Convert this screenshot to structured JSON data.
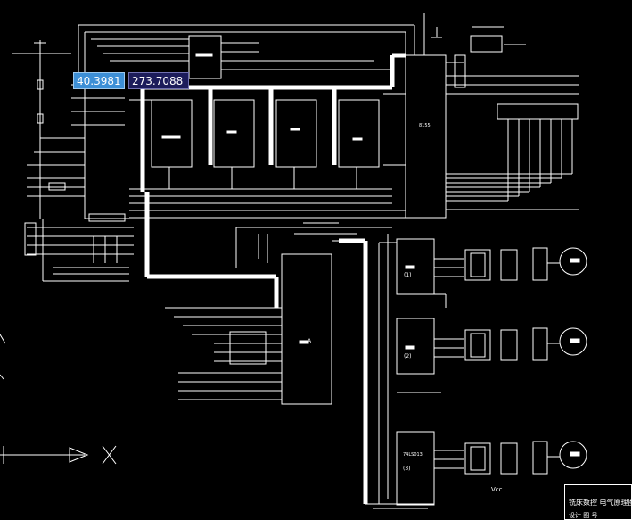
{
  "cad": {
    "coord_x": "40.3981",
    "coord_y": "273.7088",
    "chip_8155": "8155",
    "chip_a": "A",
    "driver_1": "(1)",
    "driver_2": "(2)",
    "driver_3": "(3)",
    "driver_ic": "74LS013",
    "vcc_label": "Vcc",
    "title_text": "铣床数控 电气原理图",
    "title_sub": "设计      图 号",
    "motor_count": 3,
    "colors": {
      "background": "#000000",
      "lines": "#ffffff",
      "coord_x_bg": "#3d8fd6",
      "coord_y_bg": "#1c1c5a"
    }
  }
}
